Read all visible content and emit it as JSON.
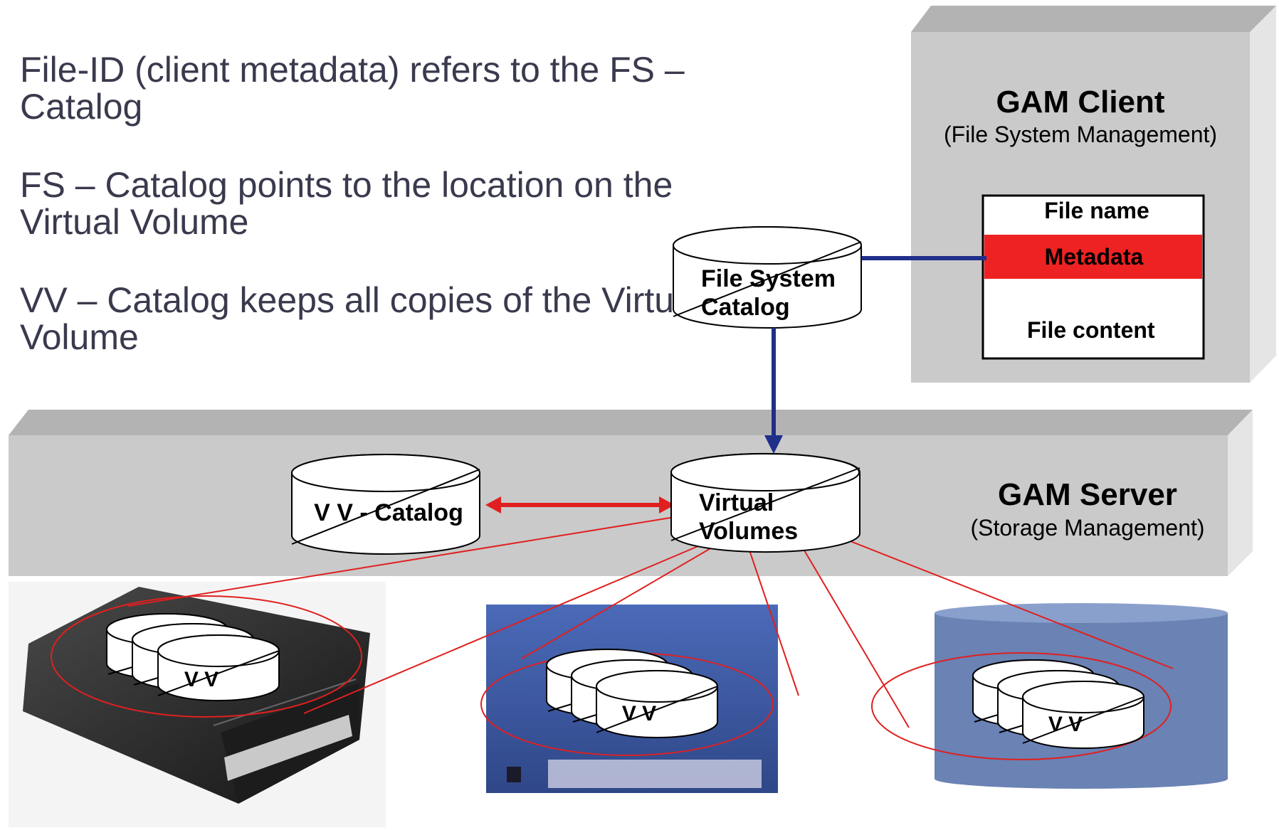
{
  "bullets": [
    "File-ID (client metadata) refers to the FS – Catalog",
    "FS – Catalog points to the location on the Virtual Volume",
    "VV – Catalog keeps all copies of the Virtual Volume"
  ],
  "client": {
    "title": "GAM Client",
    "subtitle": "(File System Management)",
    "file_rows": [
      "File name",
      "Metadata",
      "File content"
    ]
  },
  "server": {
    "title": "GAM Server",
    "subtitle": "(Storage Management)"
  },
  "fs_catalog": {
    "line1": "File System",
    "line2": "Catalog"
  },
  "vv_catalog": {
    "label": "V V - Catalog"
  },
  "virtual_volumes": {
    "line1": "Virtual",
    "line2": "Volumes"
  },
  "media": [
    {
      "label": "V V",
      "kind": "tape-drive"
    },
    {
      "label": "V V",
      "kind": "tape-cartridge"
    },
    {
      "label": "V V",
      "kind": "disk"
    }
  ],
  "colors": {
    "block_gray": "#cacaca",
    "block_top": "#b3b3b3",
    "block_side": "#e5e5e5",
    "metadata_red": "#ee2222",
    "link_blue": "#1f2f8a",
    "link_red": "#e02020",
    "disk_blue": "#6a82b4"
  }
}
